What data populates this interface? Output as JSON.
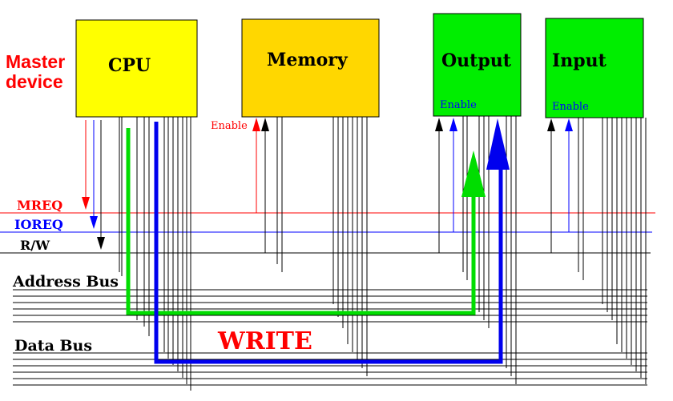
{
  "master": {
    "line1": "Master",
    "line2": "device"
  },
  "devices": {
    "cpu": {
      "label": "CPU"
    },
    "memory": {
      "label": "Memory",
      "enable": "Enable"
    },
    "output": {
      "label": "Output",
      "enable": "Enable"
    },
    "input": {
      "label": "Input",
      "enable": "Enable"
    }
  },
  "signals": {
    "mreq": "MREQ",
    "ioreq": "IOREQ",
    "rw": "R/W",
    "address_bus": "Address Bus",
    "data_bus": "Data Bus"
  },
  "operation": "WRITE",
  "colors": {
    "cpu": "#ffff00",
    "memory": "#ffd700",
    "io": "#00ee00",
    "mreq": "#ff0000",
    "ioreq": "#0000ff",
    "address_path": "#00dd00",
    "data_path": "#0000ee"
  }
}
